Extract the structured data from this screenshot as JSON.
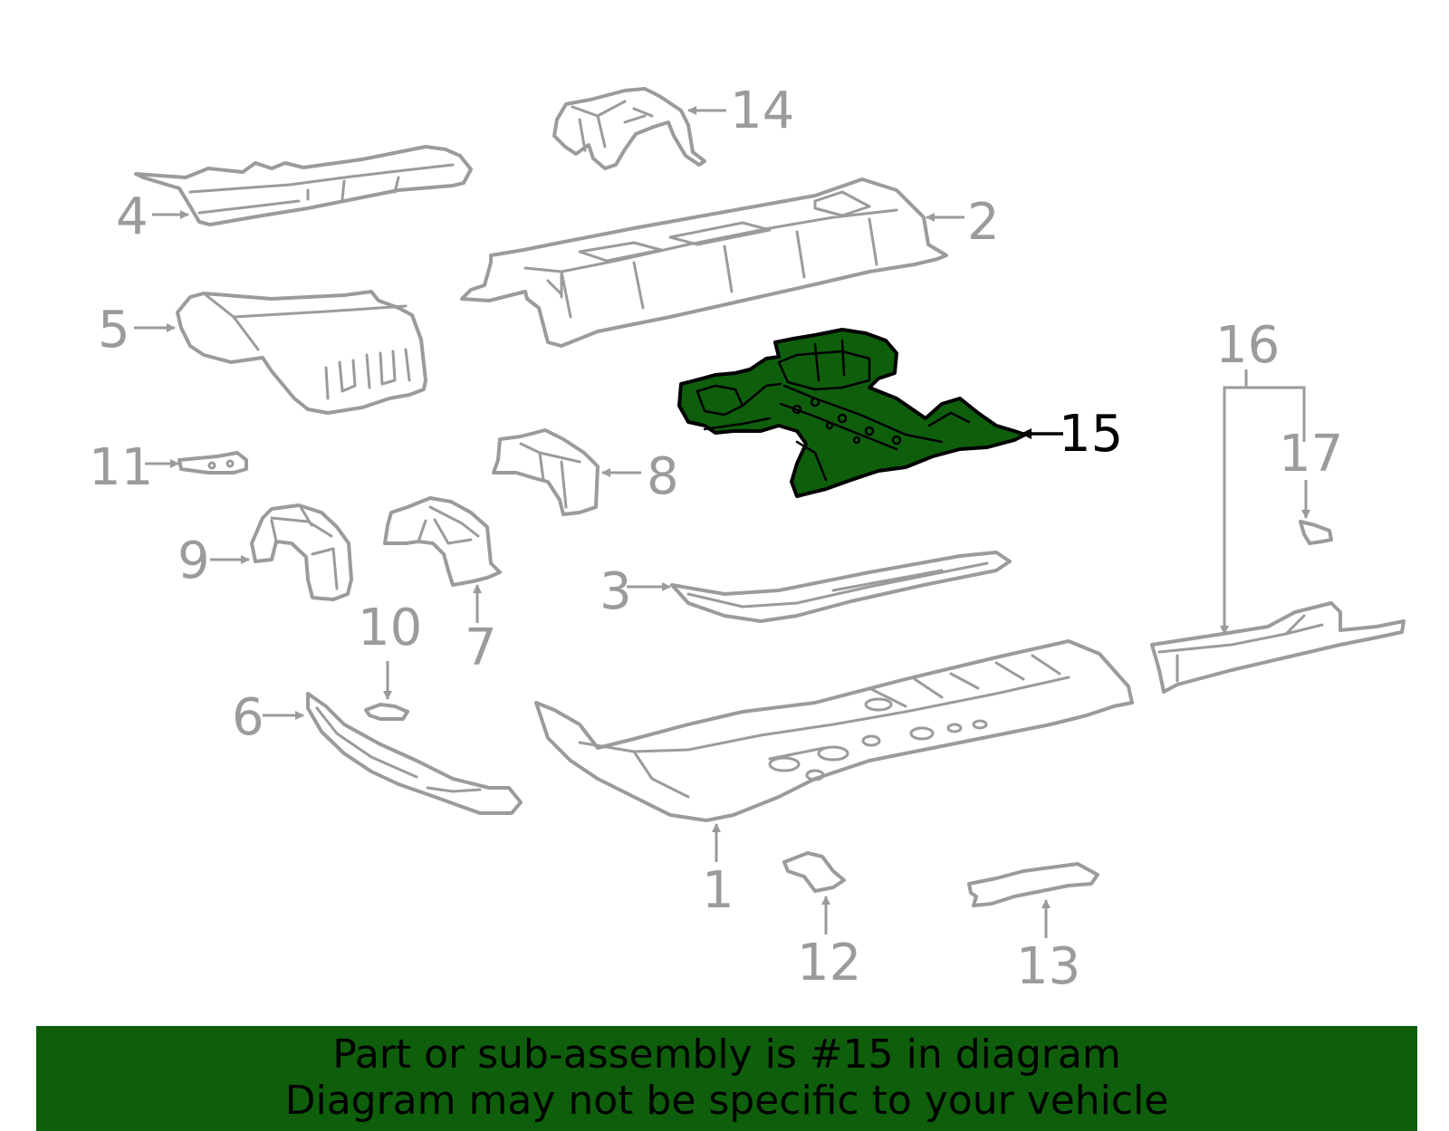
{
  "diagram": {
    "highlight_color": "#0f5e0c",
    "line_color": "#9b9b9b",
    "callouts": [
      "1",
      "2",
      "3",
      "4",
      "5",
      "6",
      "7",
      "8",
      "9",
      "10",
      "11",
      "12",
      "13",
      "14",
      "15",
      "16",
      "17"
    ],
    "highlighted_callout": "15"
  },
  "banner": {
    "line1": "Part or sub-assembly is #15 in diagram",
    "line2": "Diagram may not be specific to your vehicle",
    "background_color": "#0f5e0c"
  }
}
